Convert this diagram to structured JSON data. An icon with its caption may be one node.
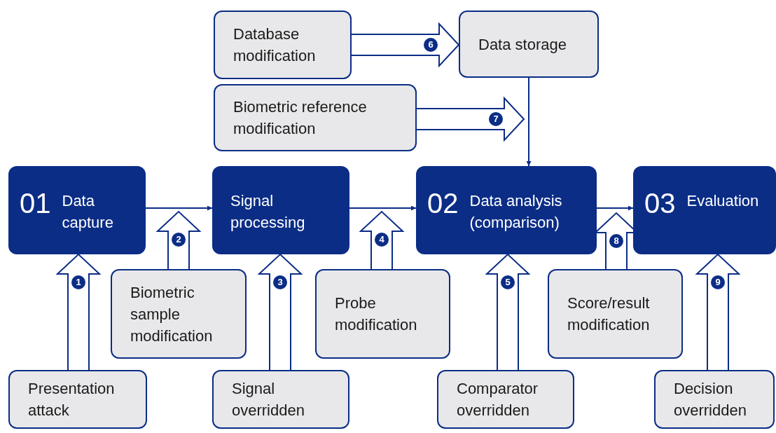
{
  "diagram": {
    "nodes": [
      {
        "text": [
          "Database modification"
        ]
      },
      {
        "text": [
          "Data storage"
        ]
      },
      {
        "text": [
          "Biometric reference modification"
        ]
      },
      {
        "text": [
          "01",
          "Data capture"
        ]
      },
      {
        "text": [
          "Signal processing"
        ]
      },
      {
        "text": [
          "02",
          "Data analysis (comparison)"
        ]
      },
      {
        "text": [
          "03",
          "Evaluation"
        ]
      },
      {
        "text": [
          "Biometric sample modification"
        ]
      },
      {
        "text": [
          "Probe modification"
        ]
      },
      {
        "text": [
          "Score/result modification"
        ]
      },
      {
        "text": [
          "Presentation attack"
        ]
      },
      {
        "text": [
          "Signal overridden"
        ]
      },
      {
        "text": [
          "Comparator overridden"
        ]
      },
      {
        "text": [
          "Decision overridden"
        ]
      }
    ],
    "edges": [
      {
        "from": 3,
        "to": 4,
        "arrow": "to"
      },
      {
        "from": 4,
        "to": 5,
        "arrow": "to"
      },
      {
        "from": 5,
        "to": 6,
        "arrow": "to"
      },
      {
        "from": 1,
        "to": 5,
        "arrow": "to"
      },
      {
        "from": 10,
        "to": 3,
        "arrow": "to",
        "label": "1",
        "style": "thick"
      },
      {
        "from": 7,
        "to": null,
        "arrow": "to",
        "label": "2",
        "style": "thick"
      },
      {
        "from": 11,
        "to": 4,
        "arrow": "to",
        "label": "3",
        "style": "thick"
      },
      {
        "from": 8,
        "to": null,
        "arrow": "to",
        "label": "4",
        "style": "thick"
      },
      {
        "from": 12,
        "to": 5,
        "arrow": "to",
        "label": "5",
        "style": "thick"
      },
      {
        "from": 0,
        "to": 1,
        "arrow": "to",
        "label": "6",
        "style": "thick"
      },
      {
        "from": 2,
        "to": null,
        "arrow": "to",
        "label": "7",
        "style": "thick"
      },
      {
        "from": 9,
        "to": null,
        "arrow": "to",
        "label": "8",
        "style": "thick"
      },
      {
        "from": 13,
        "to": 6,
        "arrow": "to",
        "label": "9",
        "style": "thick"
      }
    ]
  }
}
